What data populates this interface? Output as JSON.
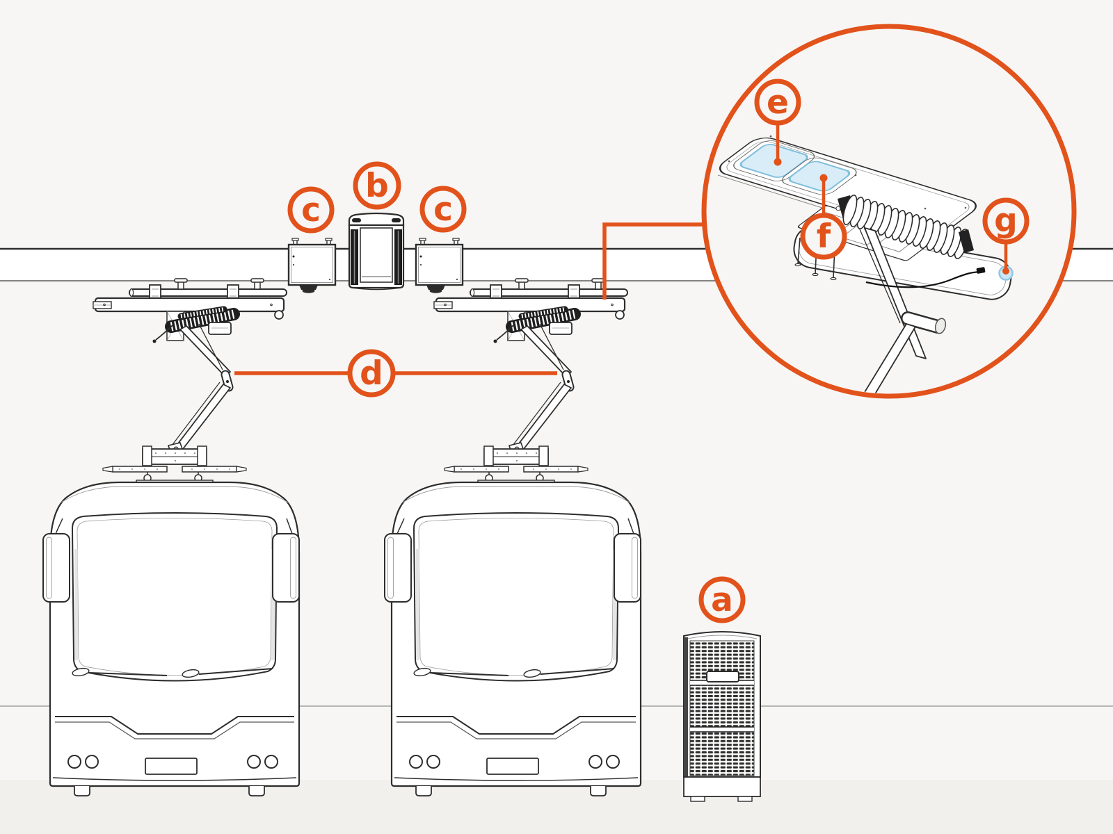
{
  "figure": {
    "kind": "technical line diagram",
    "subject": "electric bus overhead pantograph charging system with detail magnifier"
  },
  "labels": {
    "a": "a",
    "b": "b",
    "c_left": "c",
    "c_right": "c",
    "d": "d",
    "e": "e",
    "f": "f",
    "g": "g"
  },
  "callouts": [
    {
      "letter": "a",
      "target": "charging-cabinet"
    },
    {
      "letter": "b",
      "target": "charging-contact-unit"
    },
    {
      "letter": "c",
      "target": "rail-junction-box-left"
    },
    {
      "letter": "c",
      "target": "rail-junction-box-right"
    },
    {
      "letter": "d",
      "target": "pantograph-arm"
    },
    {
      "letter": "e",
      "target": "charging-pad-1"
    },
    {
      "letter": "f",
      "target": "charging-pad-2"
    },
    {
      "letter": "g",
      "target": "pilot-contact"
    }
  ],
  "colors": {
    "accent": "#e2521b",
    "background": "#f7f6f4",
    "floor": "#f1f0ed",
    "ink": "#2d2d2d",
    "pad_fill": "#d9edf8",
    "pad_stroke": "#7fbfdc",
    "marker_fill": "#cbe6f4",
    "marker_stroke": "#8fc7e2",
    "rail_fill": "#ffffff"
  }
}
